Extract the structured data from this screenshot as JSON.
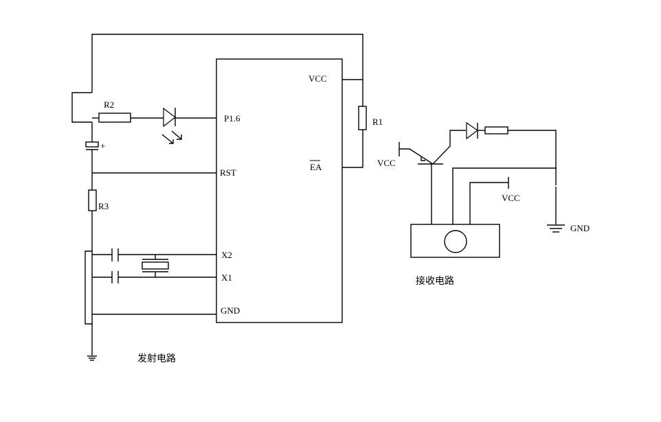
{
  "transmitter": {
    "title": "发射电路",
    "pins": {
      "vcc": "VCC",
      "p16": "P1.6",
      "rst": "RST",
      "ea": "EA",
      "x2": "X2",
      "x1": "X1",
      "gnd": "GND"
    },
    "components": {
      "r1": "R1",
      "r2": "R2",
      "r3": "R3",
      "cap_polarity": "+"
    }
  },
  "receiver": {
    "title": "接收电路",
    "labels": {
      "vcc_transistor": "VCC",
      "vcc_module": "VCC",
      "gnd": "GND"
    }
  },
  "colors": {
    "line": "#000000",
    "background": "#ffffff"
  }
}
